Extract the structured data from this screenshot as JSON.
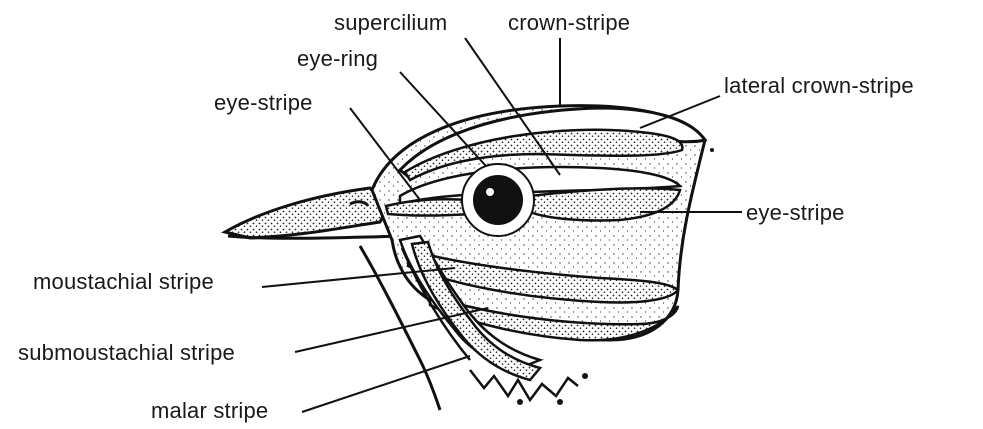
{
  "labels": {
    "supercilium": "supercilium",
    "crown_stripe": "crown-stripe",
    "eye_ring": "eye-ring",
    "lateral_crown_stripe": "lateral crown-stripe",
    "eye_stripe_upper": "eye-stripe",
    "eye_stripe_right": "eye-stripe",
    "moustachial_stripe": "moustachial stripe",
    "submoustachial_stripe": "submoustachial stripe",
    "malar_stripe": "malar stripe"
  }
}
